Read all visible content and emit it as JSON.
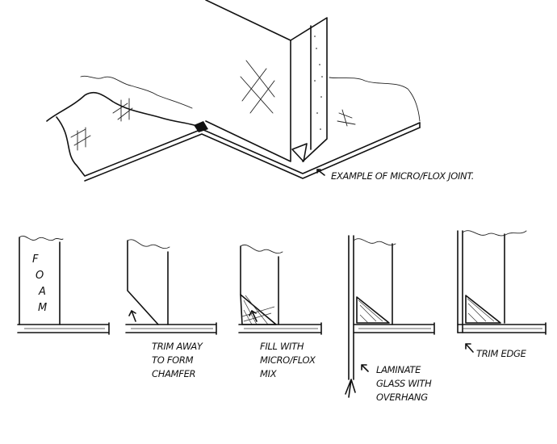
{
  "labels": {
    "top_caption": "EXAMPLE OF MICRO/FLOX JOINT.",
    "foam": [
      "F",
      "O",
      "A",
      "M"
    ],
    "step2": [
      "TRIM AWAY",
      "TO FORM",
      "CHAMFER"
    ],
    "step3": [
      "FILL WITH",
      "MICRO/FLOX",
      "MIX"
    ],
    "step4": [
      "LAMINATE",
      "GLASS WITH",
      "OVERHANG"
    ],
    "step5": "TRIM EDGE"
  }
}
